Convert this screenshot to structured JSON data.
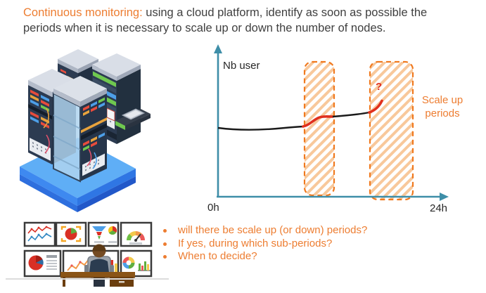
{
  "slide": {
    "title": {
      "highlight": "Continuous monitoring:",
      "line1_rest": " using a cloud platform, identify as soon as possible the",
      "line2": "periods when it is necessary to scale up or down the number of nodes."
    }
  },
  "chart": {
    "y_axis_label": "Nb user",
    "x_start_label": "0h",
    "x_end_label": "24h",
    "band_label": "Scale up periods",
    "question_mark": "?"
  },
  "chart_data": {
    "type": "line",
    "x_axis": {
      "start_label": "0h",
      "end_label": "24h",
      "range_hours": [
        0,
        24
      ]
    },
    "y_axis": {
      "label": "Nb user",
      "scale": "unlabeled relative number of users"
    },
    "series": [
      {
        "name": "number-of-users",
        "color": "#1a1a1a",
        "x_hours": [
          0,
          2,
          4,
          6,
          8,
          9,
          10.5,
          12.3,
          14,
          16,
          17.4
        ],
        "y_relative": [
          0.4,
          0.39,
          0.39,
          0.39,
          0.41,
          0.43,
          0.47,
          0.47,
          0.49,
          0.52,
          0.63
        ]
      }
    ],
    "highlighted_rise_segments_hours": [
      [
        9,
        12.3
      ],
      [
        16,
        17.4
      ]
    ],
    "highlight_color": "#e0301e",
    "scale_up_bands_hours": [
      [
        9.2,
        12.3
      ],
      [
        16.1,
        20.6
      ]
    ],
    "band_style": {
      "border": "#f0791e",
      "hatch_fill": "#f8c89b",
      "dashed": true
    },
    "annotations": [
      {
        "text": "?",
        "x_hours": 17.4,
        "color": "#e0301e"
      }
    ],
    "legend_label": "Scale up periods",
    "grid": false
  },
  "bullets": {
    "items": [
      "will there be scale up (or down) periods?",
      "If yes, during which sub-periods?",
      "When to decide?"
    ]
  },
  "colors": {
    "accent_orange": "#ed7d31",
    "axis_teal": "#3e8ea8",
    "curve_black": "#1a1a1a",
    "highlight_red": "#e0301e",
    "band_fill_orange": "#f8c89b",
    "title_text": "#3f3f3f"
  },
  "illustrations": {
    "servers": "isometric-server-racks-on-blue-platform",
    "monitoring": "analyst-at-desk-watching-dashboard-monitor-wall"
  }
}
